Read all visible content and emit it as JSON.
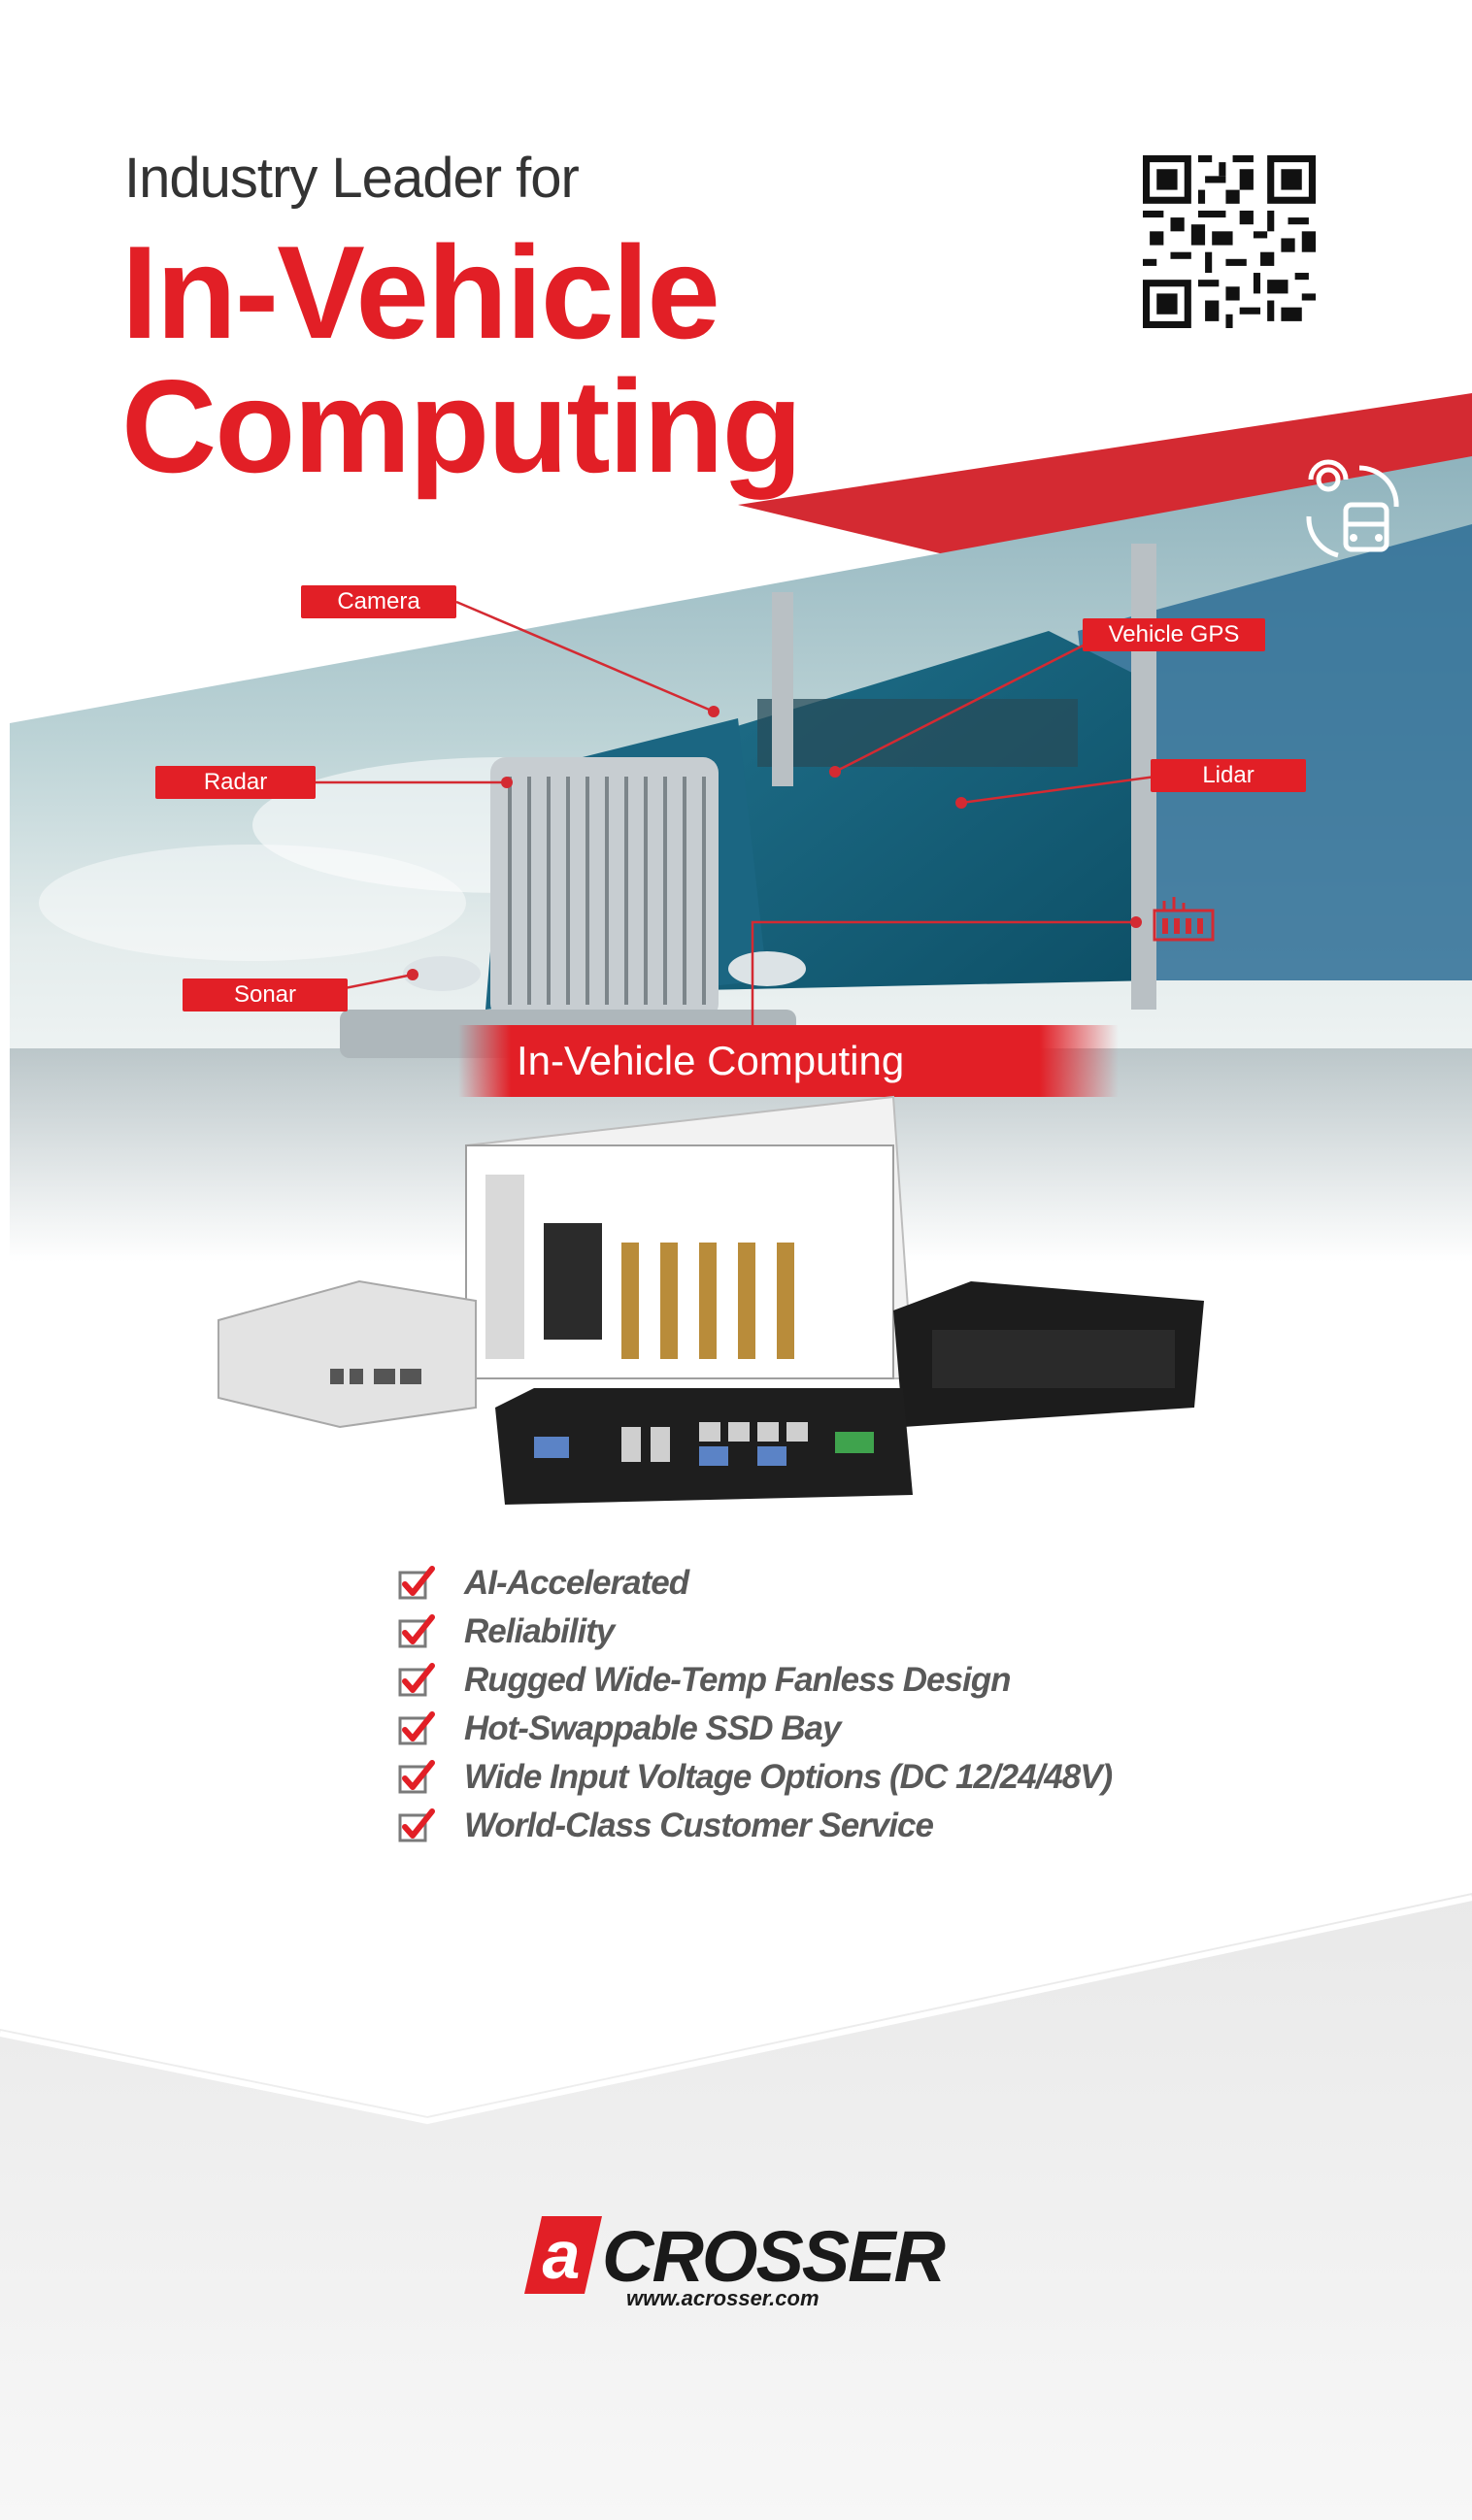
{
  "header": {
    "subtitle": "Industry Leader for",
    "headline_line1": "In-Vehicle",
    "headline_line2": "Computing"
  },
  "sensor_tags": {
    "camera": "Camera",
    "vehicle_gps": "Vehicle GPS",
    "radar": "Radar",
    "lidar": "Lidar",
    "sonar": "Sonar"
  },
  "banner": {
    "label": "In-Vehicle Computing"
  },
  "features": [
    "AI-Accelerated",
    "Reliability",
    "Rugged Wide-Temp Fanless Design",
    "Hot-Swappable SSD Bay",
    "Wide Input Voltage Options (DC 12/24/48V)",
    "World-Class Customer Service"
  ],
  "brand": {
    "logo_mark": "a",
    "name": "CROSSER",
    "website": "www.acrosser.com"
  },
  "colors": {
    "brand_red": "#e21f26",
    "text_dark": "#333333",
    "feature_gray": "#595959"
  },
  "icons": [
    "qr-code-icon",
    "bus-connectivity-icon",
    "computer-module-icon",
    "checkbox-checked-icon"
  ]
}
